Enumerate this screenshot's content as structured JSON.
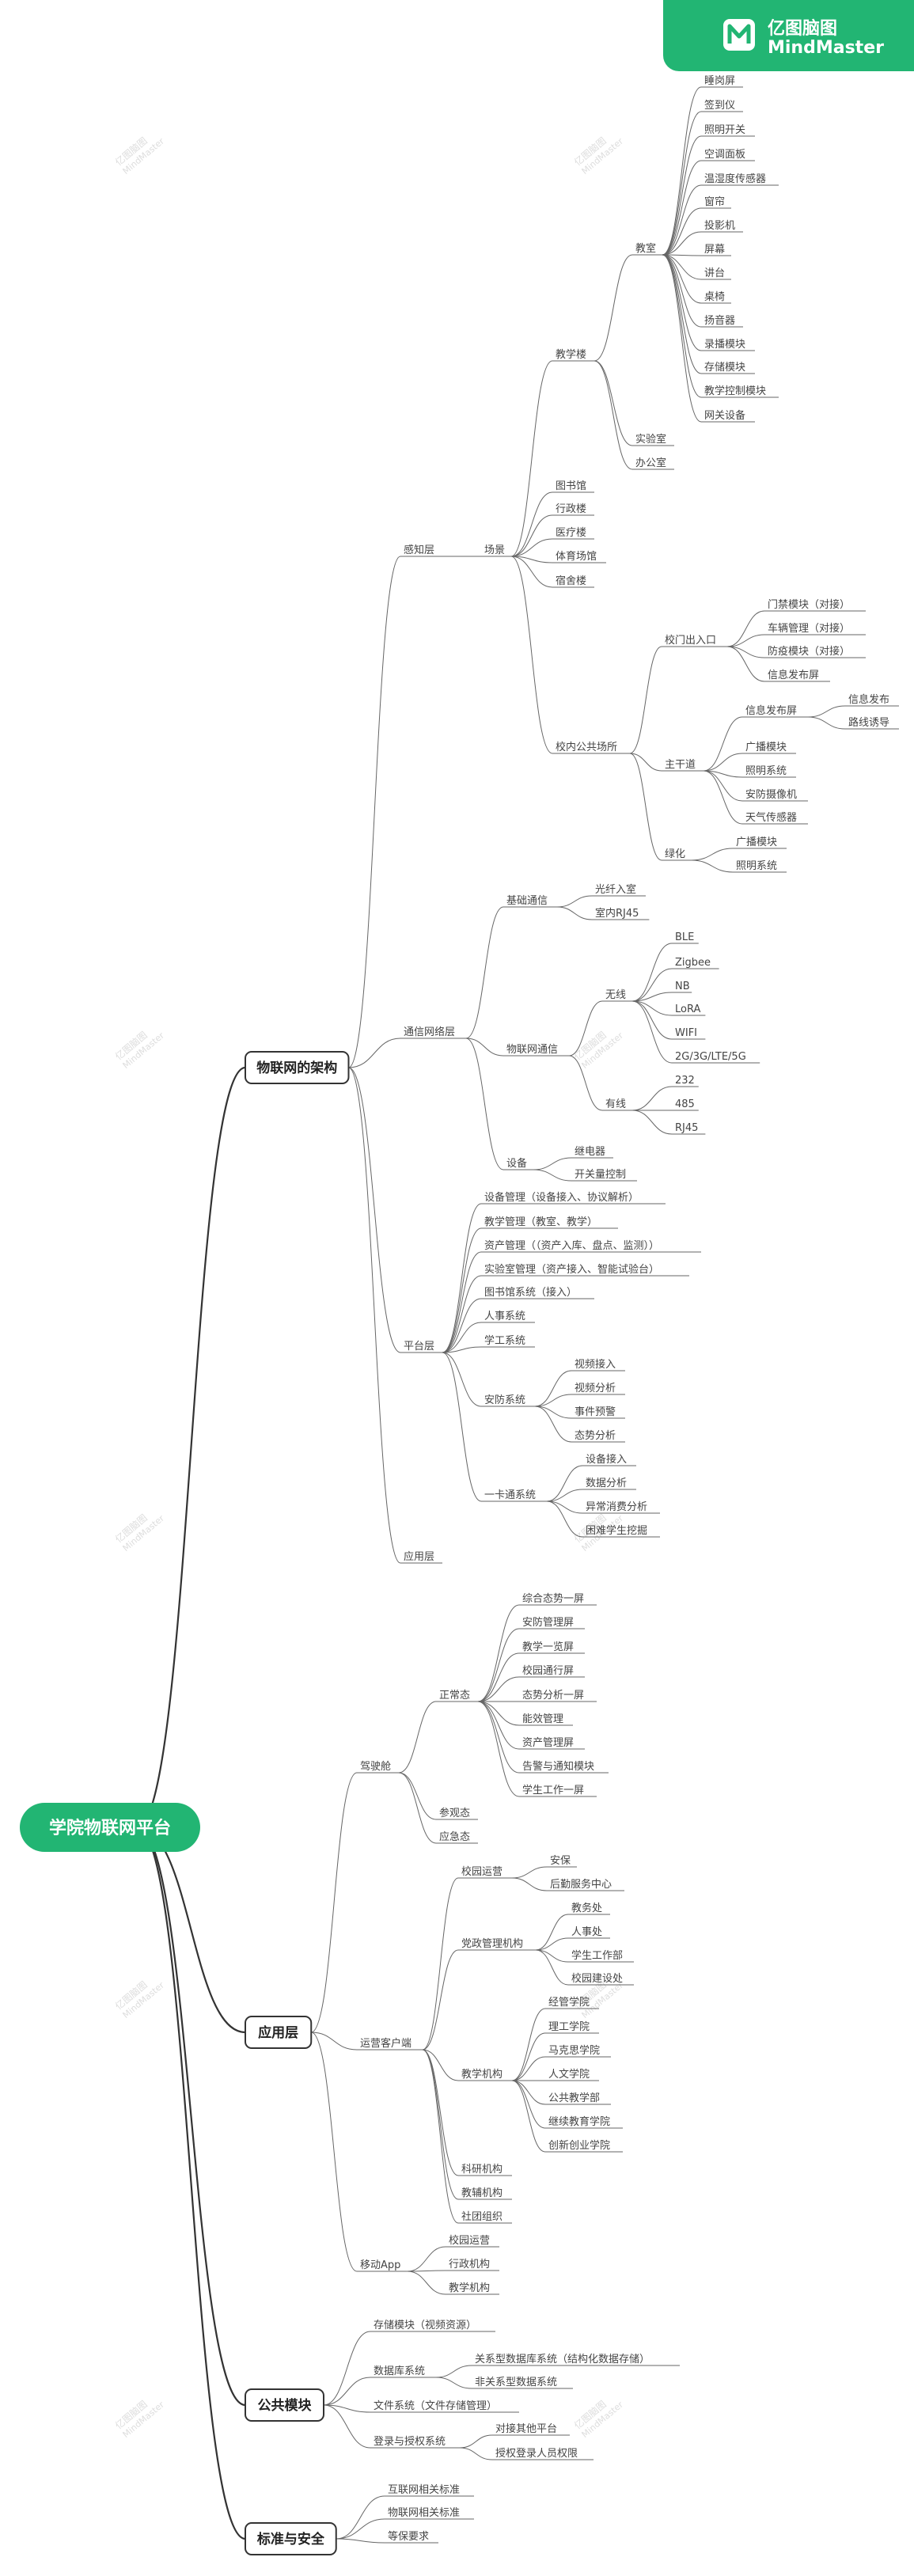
{
  "brand": {
    "name_cn": "亿图脑图",
    "name_en": "MindMaster"
  },
  "watermark": {
    "cn": "亿图脑图",
    "en": "MindMaster"
  },
  "root": "学院物联网平台",
  "branches": {
    "arch": "物联网的架构",
    "app": "应用层",
    "common": "公共模块",
    "std": "标准与安全"
  },
  "nodes": {
    "a_perc": "感知层",
    "a_scene": "场景",
    "a_teach": "教学楼",
    "a_class": "教室",
    "c1": "睡岗屏",
    "c2": "签到仪",
    "c3": "照明开关",
    "c4": "空调面板",
    "c5": "温湿度传感器",
    "c6": "窗帘",
    "c7": "投影机",
    "c8": "屏幕",
    "c9": "讲台",
    "c10": "桌椅",
    "c11": "扬音器",
    "c12": "录播模块",
    "c13": "存储模块",
    "c14": "教学控制模块",
    "c15": "网关设备",
    "a_lab": "实验室",
    "a_off": "办公室",
    "a_lib": "图书馆",
    "a_adm": "行政楼",
    "a_med": "医疗楼",
    "a_gym": "体育场馆",
    "a_dorm": "宿舍楼",
    "a_pub": "校内公共场所",
    "a_gate": "校门出入口",
    "g1": "门禁模块（对接）",
    "g2": "车辆管理（对接）",
    "g3": "防疫模块（对接）",
    "g4": "信息发布屏",
    "a_main": "主干道",
    "a_info": "信息发布屏",
    "i1": "信息发布",
    "i2": "路线诱导",
    "m2": "广播模块",
    "m3": "照明系统",
    "m4": "安防摄像机",
    "m5": "天气传感器",
    "a_green": "绿化",
    "gr1": "广播模块",
    "gr2": "照明系统",
    "a_net": "通信网络层",
    "a_base": "基础通信",
    "b1": "光纤入室",
    "b2": "室内RJ45",
    "a_iot": "物联网通信",
    "a_wl": "无线",
    "w1": "BLE",
    "w2": "Zigbee",
    "w3": "NB",
    "w4": "LoRA",
    "w5": "WIFI",
    "w6": "2G/3G/LTE/5G",
    "a_wd": "有线",
    "wd1": "232",
    "wd2": "485",
    "wd3": "RJ45",
    "a_dev": "设备",
    "d1": "继电器",
    "d2": "开关量控制",
    "a_plat": "平台层",
    "p1": "设备管理（设备接入、协议解析）",
    "p2": "教学管理（教室、教学）",
    "p3": "资产管理（（资产入库、盘点、监测））",
    "p4": "实验室管理（资产接入、智能试验台）",
    "p5": "图书馆系统（接入）",
    "p6": "人事系统",
    "p7": "学工系统",
    "a_sec": "安防系统",
    "s1": "视频接入",
    "s2": "视频分析",
    "s3": "事件预警",
    "s4": "态势分析",
    "a_card": "一卡通系统",
    "k1": "设备接入",
    "k2": "数据分析",
    "k3": "异常消费分析",
    "k4": "困难学生挖掘",
    "a_applayer": "应用层",
    "b_cock": "驾驶舱",
    "b_norm": "正常态",
    "n1": "综合态势一屏",
    "n2": "安防管理屏",
    "n3": "教学一览屏",
    "n4": "校园通行屏",
    "n5": "态势分析一屏",
    "n6": "能效管理",
    "n7": "资产管理屏",
    "n8": "告警与通知模块",
    "n9": "学生工作一屏",
    "b_visit": "参观态",
    "b_emerg": "应急态",
    "b_ops": "运营客户端",
    "b_campus": "校园运营",
    "o1": "安保",
    "o2": "后勤服务中心",
    "b_party": "党政管理机构",
    "q1": "教务处",
    "q2": "人事处",
    "q3": "学生工作部",
    "q4": "校园建设处",
    "b_inst": "教学机构",
    "t1": "经管学院",
    "t2": "理工学院",
    "t3": "马克思学院",
    "t4": "人文学院",
    "t5": "公共教学部",
    "t6": "继续教育学院",
    "t7": "创新创业学院",
    "b_res": "科研机构",
    "b_aux": "教辅机构",
    "b_club": "社团组织",
    "b_mob": "移动App",
    "mo1": "校园运营",
    "mo2": "行政机构",
    "mo3": "教学机构",
    "c_store": "存储模块（视频资源）",
    "c_db": "数据库系统",
    "db1": "关系型数据库系统（结构化数据存储）",
    "db2": "非关系型数据系统",
    "c_file": "文件系统（文件存储管理）",
    "c_login": "登录与授权系统",
    "lg1": "对接其他平台",
    "lg2": "授权登录人员权限",
    "s_1": "互联网相关标准",
    "s_2": "物联网相关标准",
    "s_3": "等保要求"
  },
  "colors": {
    "brand": "#22b573",
    "root_fill": "#22b573",
    "root_text": "#ffffff",
    "branch_fill": "#ffffff",
    "branch_border": "#333333",
    "line": "#666666",
    "text": "#444444",
    "watermark": "#dddddd"
  }
}
